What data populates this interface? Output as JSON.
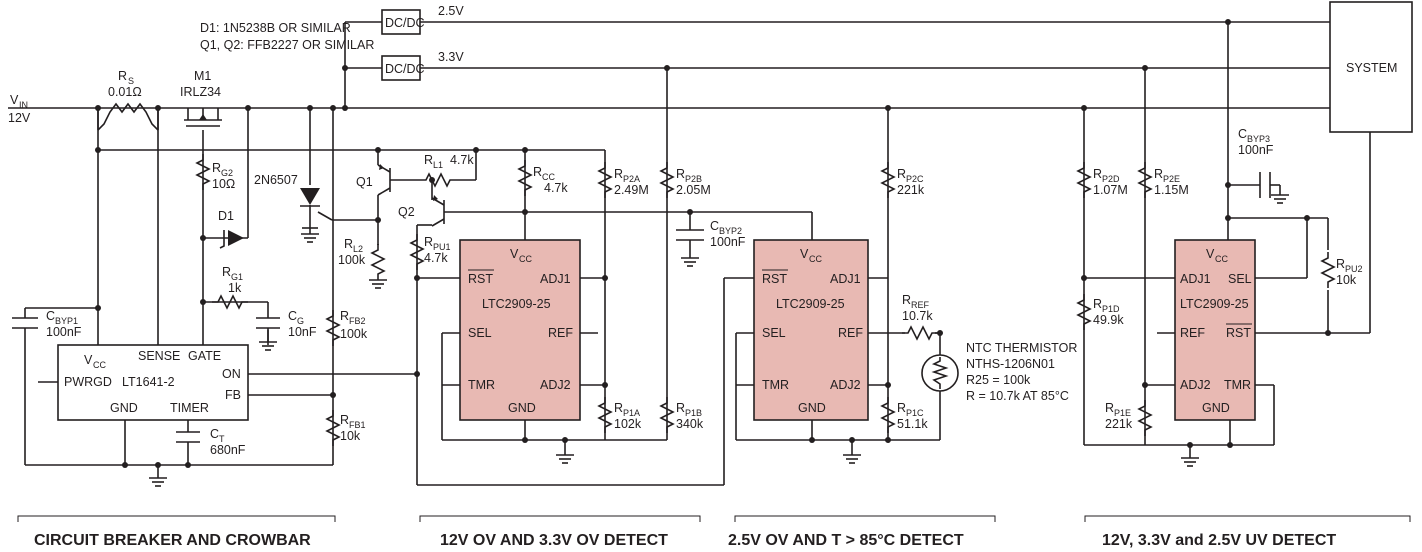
{
  "notes": {
    "line1": "D1: 1N5238B OR SIMILAR",
    "line2": "Q1, Q2: FFB2227 OR SIMILAR"
  },
  "input": {
    "label": "V",
    "sub": "IN",
    "voltage": "12V"
  },
  "rs": {
    "name": "R",
    "sub": "S",
    "value": "0.01Ω"
  },
  "m1": {
    "name": "M1",
    "part": "IRLZ34"
  },
  "rg2": {
    "name": "R",
    "sub": "G2",
    "value": "10Ω"
  },
  "d1": {
    "name": "D1"
  },
  "scr": {
    "part": "2N6507"
  },
  "q1": {
    "name": "Q1"
  },
  "q2": {
    "name": "Q2"
  },
  "rl1": {
    "name": "R",
    "sub": "L1",
    "value": "4.7k"
  },
  "rl2": {
    "name": "R",
    "sub": "L2",
    "value": "100k"
  },
  "rcc": {
    "name": "R",
    "sub": "CC",
    "value": "4.7k"
  },
  "rpu1": {
    "name": "R",
    "sub": "PU1",
    "value": "4.7k"
  },
  "rg1": {
    "name": "R",
    "sub": "G1",
    "value": "1k"
  },
  "cg": {
    "name": "C",
    "sub": "G",
    "value": "10nF"
  },
  "cbyp1": {
    "name": "C",
    "sub": "BYP1",
    "value": "100nF"
  },
  "rfb2": {
    "name": "R",
    "sub": "FB2",
    "value": "100k"
  },
  "rfb1": {
    "name": "R",
    "sub": "FB1",
    "value": "10k"
  },
  "ct": {
    "name": "C",
    "sub": "T",
    "value": "680nF"
  },
  "lt1641": {
    "vcc": "V",
    "vcc_sub": "CC",
    "sense": "SENSE",
    "gate": "GATE",
    "name": "LT1641-2",
    "pwrgd": "PWRGD",
    "on": "ON",
    "fb": "FB",
    "gnd": "GND",
    "timer": "TIMER"
  },
  "dcdc1": {
    "label": "DC/DC",
    "out": "2.5V"
  },
  "dcdc2": {
    "label": "DC/DC",
    "out": "3.3V"
  },
  "system": {
    "label": "SYSTEM"
  },
  "rp2a": {
    "name": "R",
    "sub": "P2A",
    "value": "2.49M"
  },
  "rp2b": {
    "name": "R",
    "sub": "P2B",
    "value": "2.05M"
  },
  "rp1a": {
    "name": "R",
    "sub": "P1A",
    "value": "102k"
  },
  "rp1b": {
    "name": "R",
    "sub": "P1B",
    "value": "340k"
  },
  "cbyp2": {
    "name": "C",
    "sub": "BYP2",
    "value": "100nF"
  },
  "rp2c": {
    "name": "R",
    "sub": "P2C",
    "value": "221k"
  },
  "rref": {
    "name": "R",
    "sub": "REF",
    "value": "10.7k"
  },
  "rp1c": {
    "name": "R",
    "sub": "P1C",
    "value": "51.1k"
  },
  "thermistor": {
    "line1": "NTC THERMISTOR",
    "line2": "NTHS-1206N01",
    "line3": "R25 = 100k",
    "line4": "R = 10.7k AT 85°C"
  },
  "rp2d": {
    "name": "R",
    "sub": "P2D",
    "value": "1.07M"
  },
  "rp2e": {
    "name": "R",
    "sub": "P2E",
    "value": "1.15M"
  },
  "rp1d": {
    "name": "R",
    "sub": "P1D",
    "value": "49.9k"
  },
  "rp1e": {
    "name": "R",
    "sub": "P1E",
    "value": "221k"
  },
  "cbyp3": {
    "name": "C",
    "sub": "BYP3",
    "value": "100nF"
  },
  "rpu2": {
    "name": "R",
    "sub": "PU2",
    "value": "10k"
  },
  "ltc": {
    "name": "LTC2909-25",
    "vcc": "V",
    "vcc_sub": "CC",
    "rst": "RST",
    "adj1": "ADJ1",
    "adj2": "ADJ2",
    "sel": "SEL",
    "ref": "REF",
    "tmr": "TMR",
    "gnd": "GND"
  },
  "sections": {
    "s1": "CIRCUIT BREAKER AND CROWBAR",
    "s2": "12V OV AND 3.3V OV DETECT",
    "s3": "2.5V OV AND T > 85°C DETECT",
    "s4": "12V, 3.3V and 2.5V UV DETECT"
  }
}
